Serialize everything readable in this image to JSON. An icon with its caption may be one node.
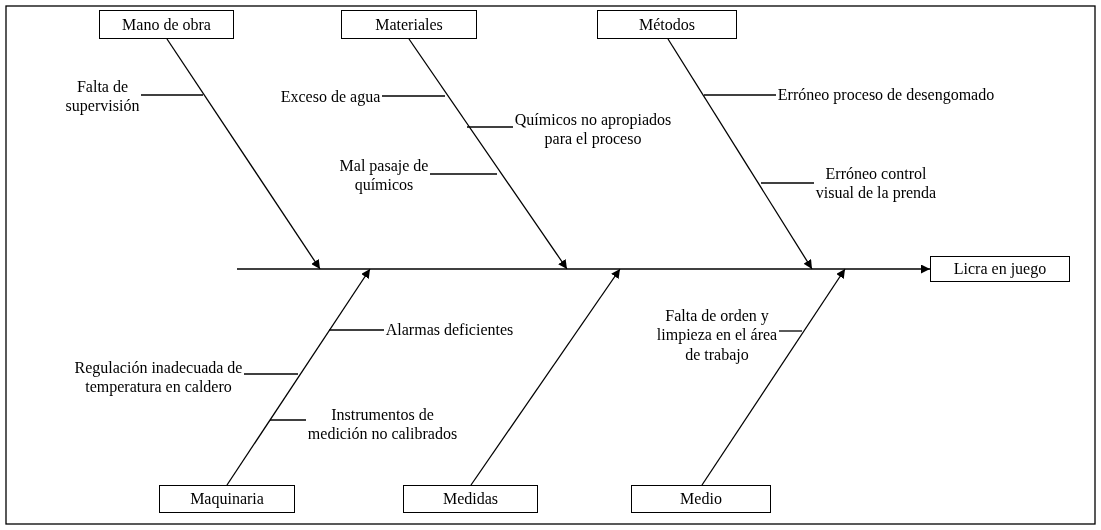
{
  "diagram": {
    "nodes": [
      {
        "text": [
          "Mano de obra"
        ]
      },
      {
        "text": [
          "Materiales"
        ]
      },
      {
        "text": [
          "Métodos"
        ]
      },
      {
        "text": [
          "Falta de supervisión"
        ]
      },
      {
        "text": [
          "Exceso de agua"
        ]
      },
      {
        "text": [
          "Erróneo proceso de desengomado"
        ]
      },
      {
        "text": [
          "Químicos no apropiados para el proceso"
        ]
      },
      {
        "text": [
          "Mal pasaje de químicos"
        ]
      },
      {
        "text": [
          "Erróneo control visual de la prenda"
        ]
      },
      {
        "text": [
          "Licra en juego"
        ]
      },
      {
        "text": [
          "Falta de orden y limpieza en el área de trabajo"
        ]
      },
      {
        "text": [
          "Alarmas deficientes"
        ]
      },
      {
        "text": [
          "Regulación inadecuada de temperatura en caldero"
        ]
      },
      {
        "text": [
          "Instrumentos de medición no calibrados"
        ]
      },
      {
        "text": [
          "Maquinaria"
        ]
      },
      {
        "text": [
          "Medidas"
        ]
      },
      {
        "text": [
          "Medio"
        ]
      }
    ],
    "edges": [
      {
        "from": 0,
        "to": null,
        "arrow": "to"
      },
      {
        "from": 1,
        "to": null,
        "arrow": "to"
      },
      {
        "from": 2,
        "to": null,
        "arrow": "to"
      },
      {
        "from": 14,
        "to": null,
        "arrow": "to"
      },
      {
        "from": 15,
        "to": null,
        "arrow": "to"
      },
      {
        "from": 16,
        "to": null,
        "arrow": "to"
      },
      {
        "from": null,
        "to": 9,
        "arrow": "to"
      },
      {
        "from": 3,
        "to": null,
        "arrow": "none"
      },
      {
        "from": 4,
        "to": null,
        "arrow": "none"
      },
      {
        "from": 5,
        "to": null,
        "arrow": "none"
      },
      {
        "from": 6,
        "to": null,
        "arrow": "none"
      },
      {
        "from": 7,
        "to": null,
        "arrow": "none"
      },
      {
        "from": 8,
        "to": null,
        "arrow": "none"
      },
      {
        "from": 10,
        "to": null,
        "arrow": "none"
      },
      {
        "from": 11,
        "to": null,
        "arrow": "none"
      },
      {
        "from": 12,
        "to": null,
        "arrow": "none"
      },
      {
        "from": 13,
        "to": null,
        "arrow": "none"
      }
    ]
  }
}
